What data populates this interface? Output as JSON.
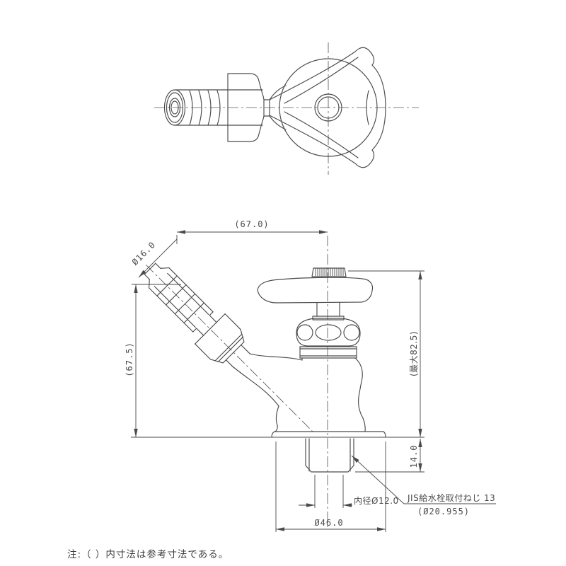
{
  "drawing": {
    "type": "technical-dimension-drawing",
    "subject": "hose bib faucet with tri-lobe handle (two orthographic views)",
    "labels": {
      "dim_width_top": "(67.0)",
      "dim_spout_dia": "Ø16.0",
      "dim_spout_len": "(67.5)",
      "dim_max_height": "(最大82.5)",
      "dim_thread_len": "14.0",
      "dim_inner_dia": "内径Ø12.0",
      "dim_base_dia": "Ø46.0",
      "thread_spec_line1": "JIS給水栓取付ねじ 13",
      "thread_spec_line2": "(Ø20.955)",
      "note": "注:（ ）内寸法は参考寸法である。"
    },
    "colors": {
      "line": "#4a4a4a",
      "background": "#ffffff"
    }
  }
}
